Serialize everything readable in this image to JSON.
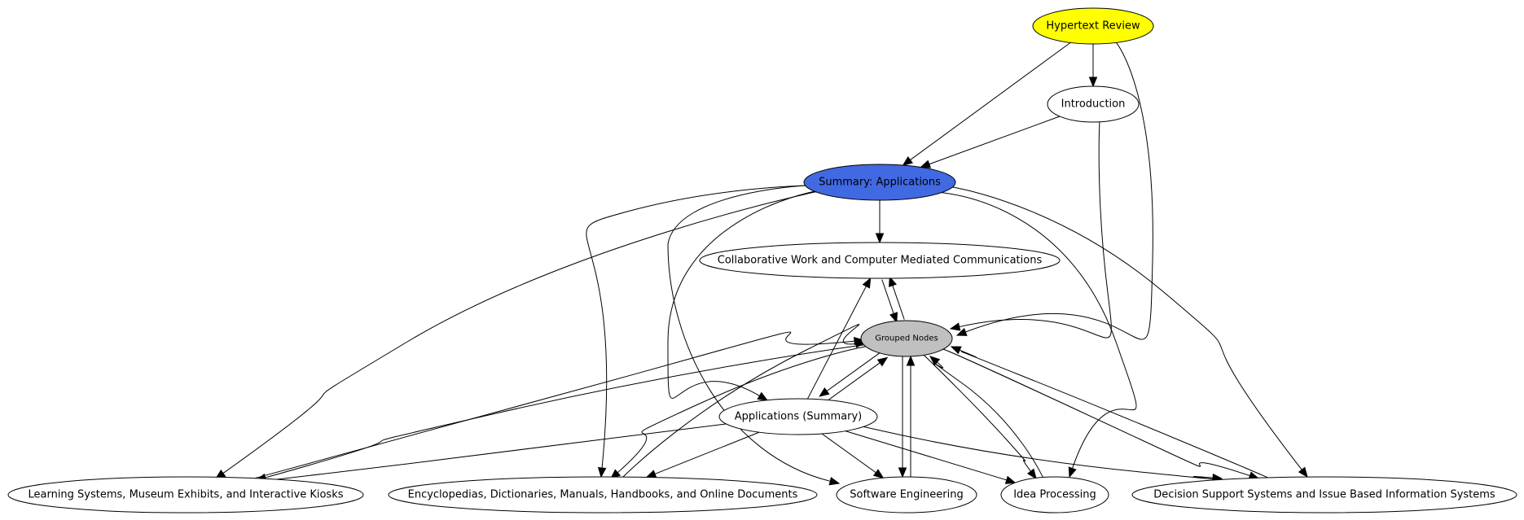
{
  "nodes": [
    {
      "id": "hypertext_review",
      "label": "Hypertext Review",
      "fill": "#ffff00"
    },
    {
      "id": "introduction",
      "label": "Introduction",
      "fill": "#ffffff"
    },
    {
      "id": "summary_applications",
      "label": "Summary: Applications",
      "fill": "#4169e1"
    },
    {
      "id": "collaborative_work",
      "label": "Collaborative Work and Computer Mediated Communications",
      "fill": "#ffffff"
    },
    {
      "id": "grouped_nodes",
      "label": "Grouped Nodes",
      "fill": "#c0c0c0"
    },
    {
      "id": "applications_summary",
      "label": "Applications (Summary)",
      "fill": "#ffffff"
    },
    {
      "id": "learning_systems",
      "label": "Learning Systems, Museum Exhibits, and Interactive Kiosks",
      "fill": "#ffffff"
    },
    {
      "id": "encyclopedias",
      "label": "Encyclopedias, Dictionaries, Manuals, Handbooks, and Online Documents",
      "fill": "#ffffff"
    },
    {
      "id": "software_engineering",
      "label": "Software Engineering",
      "fill": "#ffffff"
    },
    {
      "id": "idea_processing",
      "label": "Idea Processing",
      "fill": "#ffffff"
    },
    {
      "id": "decision_support",
      "label": "Decision Support Systems and Issue Based Information Systems",
      "fill": "#ffffff"
    }
  ],
  "edges": [
    {
      "from": "hypertext_review",
      "to": "introduction"
    },
    {
      "from": "hypertext_review",
      "to": "summary_applications"
    },
    {
      "from": "hypertext_review",
      "to": "grouped_nodes"
    },
    {
      "from": "introduction",
      "to": "summary_applications"
    },
    {
      "from": "introduction",
      "to": "grouped_nodes"
    },
    {
      "from": "summary_applications",
      "to": "collaborative_work"
    },
    {
      "from": "summary_applications",
      "to": "learning_systems"
    },
    {
      "from": "summary_applications",
      "to": "encyclopedias"
    },
    {
      "from": "summary_applications",
      "to": "applications_summary"
    },
    {
      "from": "summary_applications",
      "to": "software_engineering"
    },
    {
      "from": "summary_applications",
      "to": "idea_processing"
    },
    {
      "from": "summary_applications",
      "to": "decision_support"
    },
    {
      "from": "collaborative_work",
      "to": "grouped_nodes"
    },
    {
      "from": "grouped_nodes",
      "to": "collaborative_work"
    },
    {
      "from": "grouped_nodes",
      "to": "applications_summary"
    },
    {
      "from": "grouped_nodes",
      "to": "learning_systems"
    },
    {
      "from": "grouped_nodes",
      "to": "encyclopedias"
    },
    {
      "from": "grouped_nodes",
      "to": "software_engineering"
    },
    {
      "from": "grouped_nodes",
      "to": "idea_processing"
    },
    {
      "from": "grouped_nodes",
      "to": "decision_support"
    },
    {
      "from": "applications_summary",
      "to": "collaborative_work"
    },
    {
      "from": "applications_summary",
      "to": "grouped_nodes"
    },
    {
      "from": "applications_summary",
      "to": "learning_systems"
    },
    {
      "from": "applications_summary",
      "to": "encyclopedias"
    },
    {
      "from": "applications_summary",
      "to": "software_engineering"
    },
    {
      "from": "applications_summary",
      "to": "idea_processing"
    },
    {
      "from": "applications_summary",
      "to": "decision_support"
    },
    {
      "from": "learning_systems",
      "to": "grouped_nodes"
    },
    {
      "from": "encyclopedias",
      "to": "grouped_nodes"
    },
    {
      "from": "software_engineering",
      "to": "grouped_nodes"
    },
    {
      "from": "idea_processing",
      "to": "grouped_nodes"
    },
    {
      "from": "decision_support",
      "to": "grouped_nodes"
    }
  ]
}
